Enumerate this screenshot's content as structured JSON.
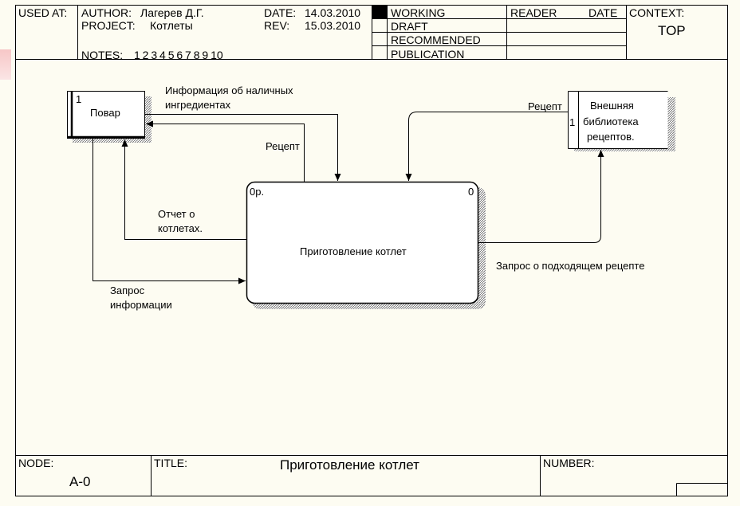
{
  "header": {
    "used_at": "USED AT:",
    "author_label": "AUTHOR:",
    "author": "Лагерев Д.Г.",
    "project_label": "PROJECT:",
    "project": "Котлеты",
    "date_label": "DATE:",
    "date": "14.03.2010",
    "rev_label": "REV:",
    "rev": "15.03.2010",
    "notes_label": "NOTES:",
    "notes": "1  2  3  4  5  6  7  8  9  10",
    "status": [
      "WORKING",
      "DRAFT",
      "RECOMMENDED",
      "PUBLICATION"
    ],
    "reader_label": "READER",
    "reader_date_label": "DATE",
    "context_label": "CONTEXT:",
    "context_value": "TOP"
  },
  "diagram": {
    "external_entity": {
      "label": "Повар",
      "number": "1"
    },
    "data_store": {
      "label_lines": [
        "Внешняя",
        "библиотека",
        "рецептов."
      ],
      "number": "1"
    },
    "process": {
      "label": "Приготовление котлет",
      "id": "0р.",
      "cost": "0"
    },
    "arrows": {
      "ingredients_info": [
        "Информация об наличных",
        "ингредиентах"
      ],
      "recipe_left": "Рецепт",
      "recipe_right": "Рецепт",
      "cutlet_report": [
        "Отчет о",
        "котлетах."
      ],
      "info_request": [
        "Запрос",
        "информации"
      ],
      "recipe_request": "Запрос о подходящем рецепте"
    }
  },
  "footer": {
    "node_label": "NODE:",
    "node_value": "A-0",
    "title_label": "TITLE:",
    "title_value": "Приготовление котлет",
    "number_label": "NUMBER:"
  },
  "colors": {
    "background": "#fdfcf2",
    "line": "#000000",
    "shadow": "#9a9a9a"
  }
}
